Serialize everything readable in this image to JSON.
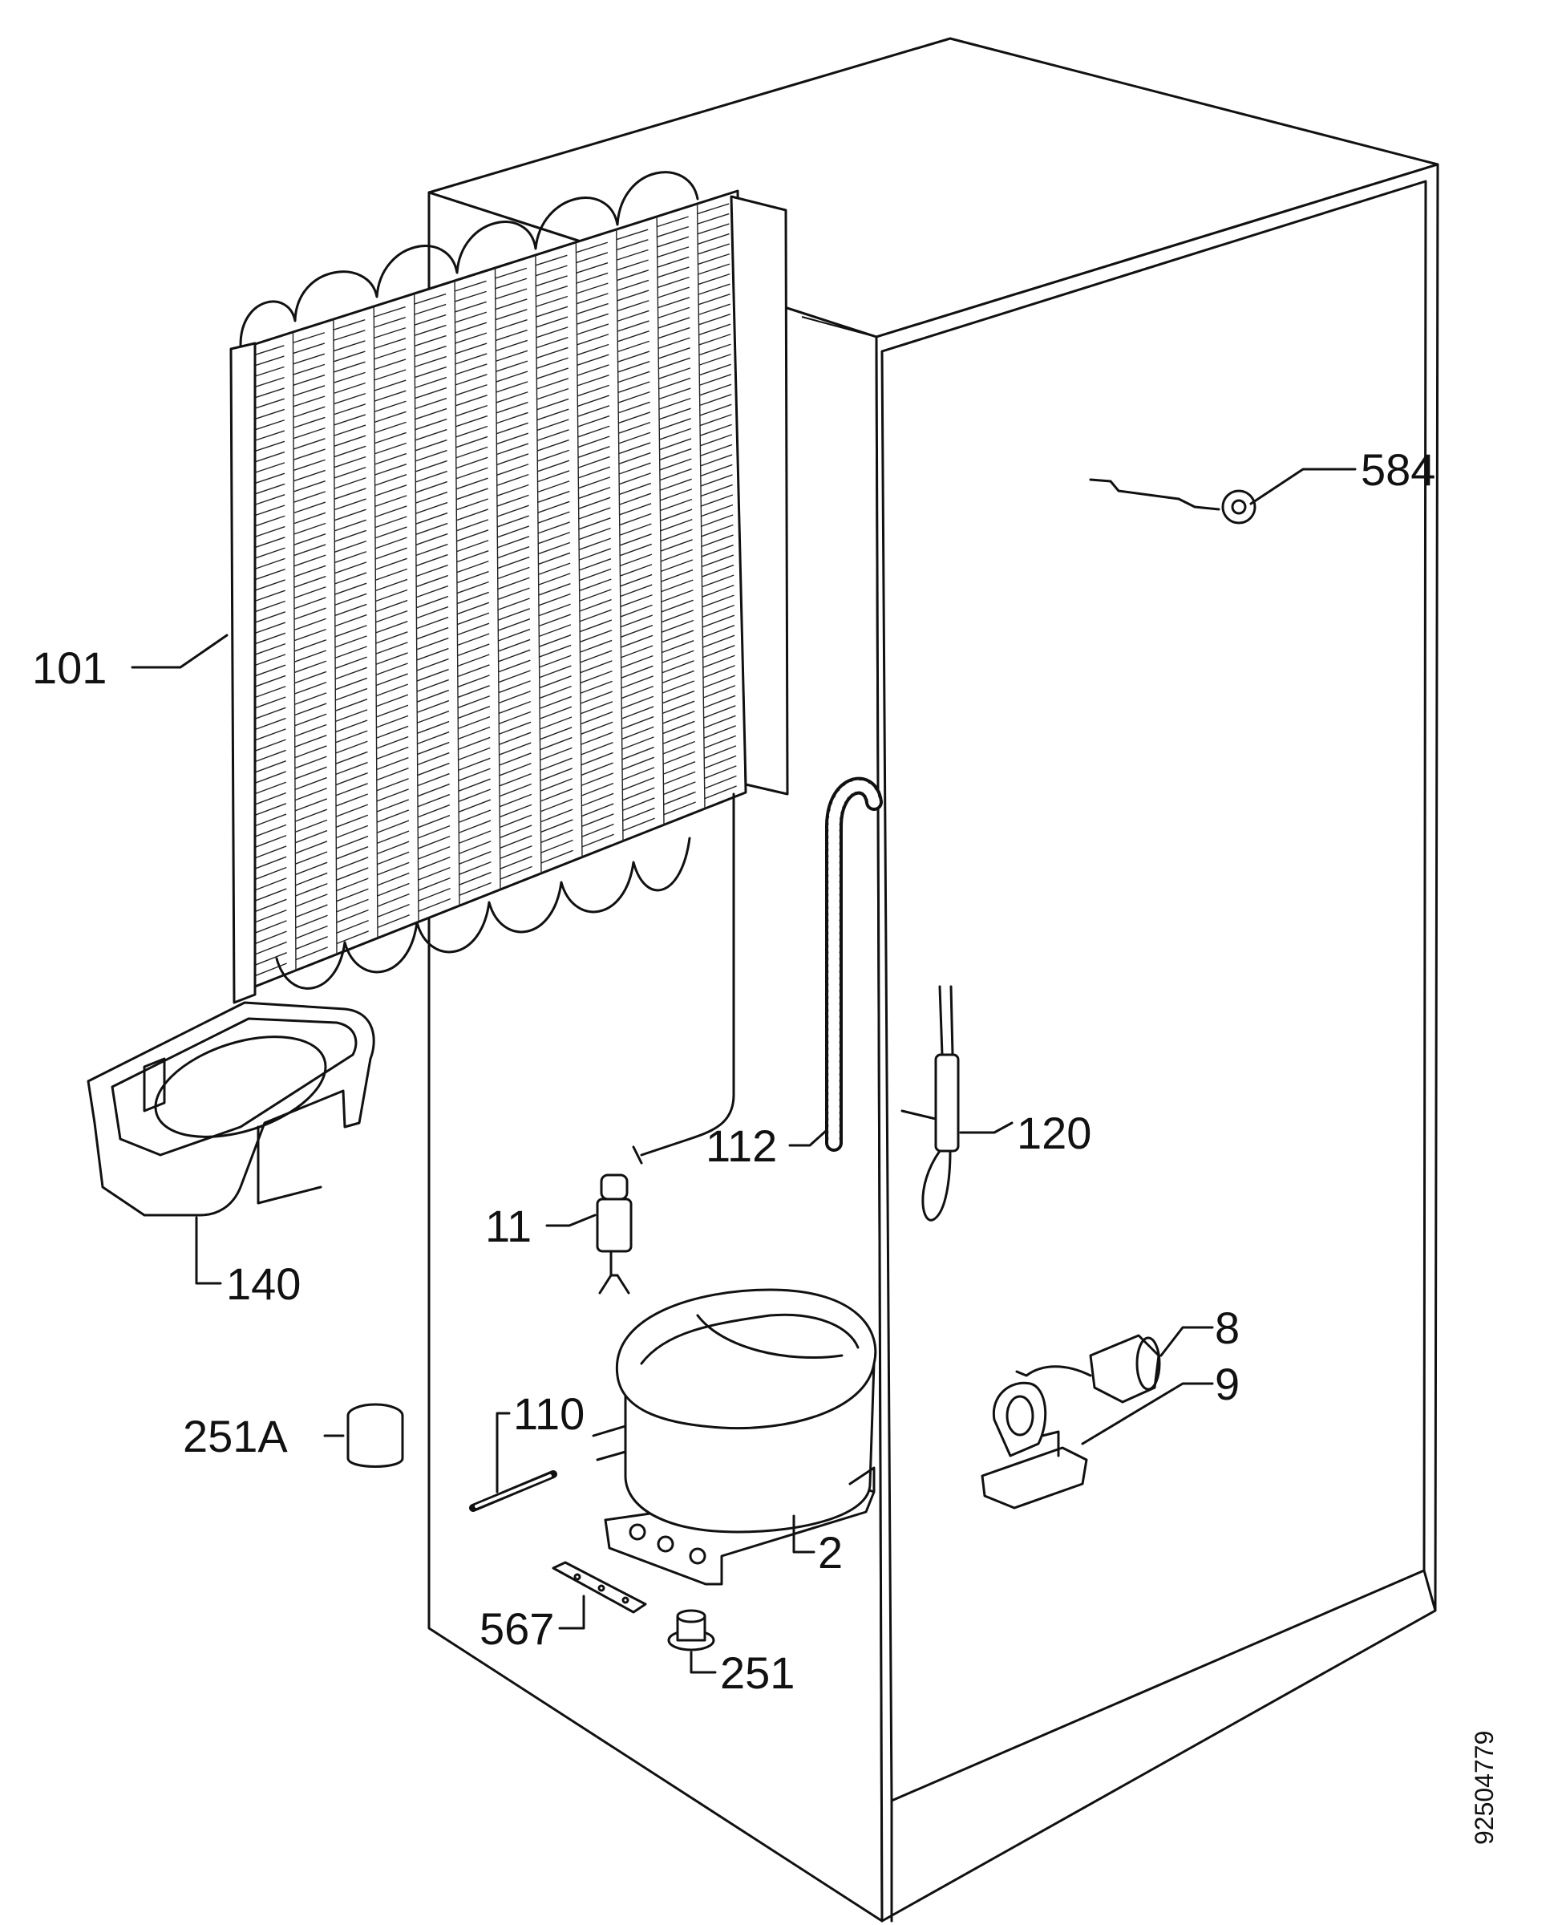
{
  "diagram": {
    "labels": {
      "p584": "584",
      "p101": "101",
      "p112": "112",
      "p120": "120",
      "p11": "11",
      "p140": "140",
      "p8": "8",
      "p9": "9",
      "p110": "110",
      "p251A": "251A",
      "p2": "2",
      "p567": "567",
      "p251": "251"
    },
    "document_number": "92504779"
  }
}
